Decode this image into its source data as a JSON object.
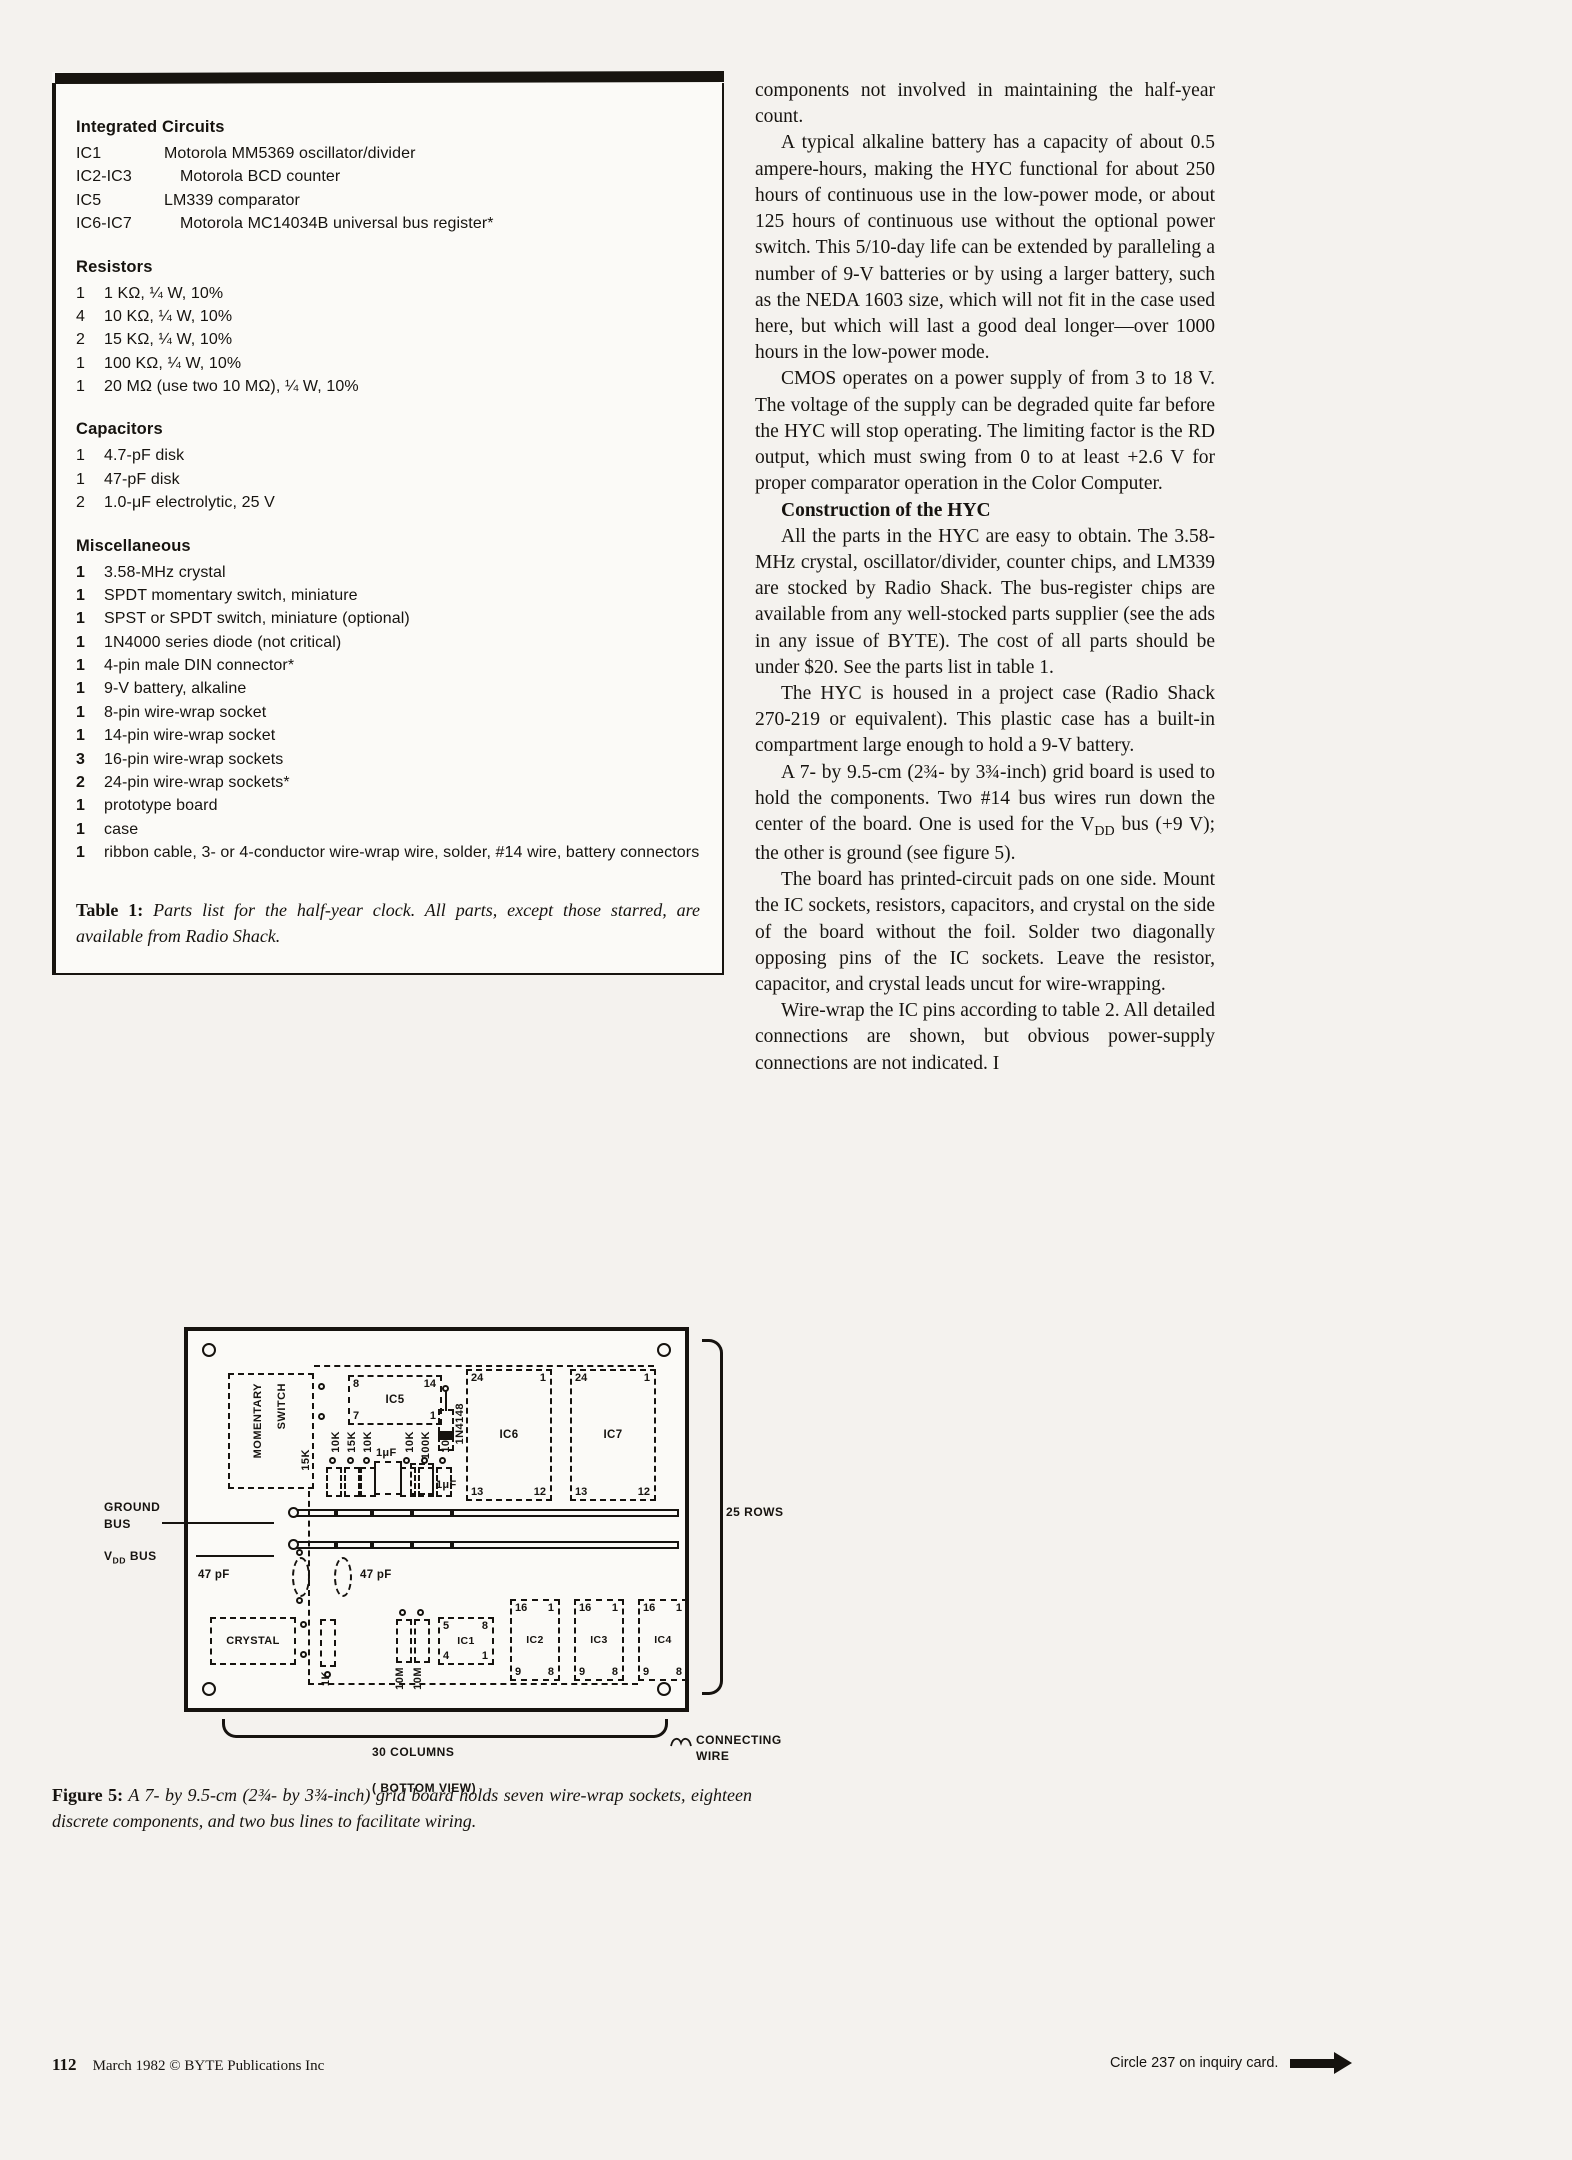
{
  "parts_table": {
    "sections": [
      {
        "heading": "Integrated Circuits",
        "kind": "ic",
        "rows": [
          {
            "ref": "IC1",
            "desc": "Motorola MM5369 oscillator/divider"
          },
          {
            "ref": "IC2-IC3",
            "desc": "Motorola BCD counter"
          },
          {
            "ref": "IC5",
            "desc": "LM339 comparator"
          },
          {
            "ref": "IC6-IC7",
            "desc": "Motorola MC14034B universal bus register*"
          }
        ]
      },
      {
        "heading": "Resistors",
        "kind": "qty",
        "rows": [
          {
            "qty": "1",
            "desc": "1 KΩ, ¼  W, 10%"
          },
          {
            "qty": "4",
            "desc": "10 KΩ, ¼  W, 10%"
          },
          {
            "qty": "2",
            "desc": "15 KΩ, ¼  W, 10%"
          },
          {
            "qty": "1",
            "desc": "100 KΩ, ¼  W, 10%"
          },
          {
            "qty": "1",
            "desc": "20 MΩ (use two 10 MΩ), ¼  W, 10%"
          }
        ]
      },
      {
        "heading": "Capacitors",
        "kind": "qty",
        "rows": [
          {
            "qty": "1",
            "desc": "4.7-pF disk"
          },
          {
            "qty": "1",
            "desc": "47-pF disk"
          },
          {
            "qty": "2",
            "desc": "1.0-μF electrolytic, 25  V"
          }
        ]
      },
      {
        "heading": "Miscellaneous",
        "kind": "qty-bold",
        "rows": [
          {
            "qty": "1",
            "desc": "3.58-MHz crystal"
          },
          {
            "qty": "1",
            "desc": "SPDT momentary switch, miniature"
          },
          {
            "qty": "1",
            "desc": "SPST or SPDT switch, miniature (optional)"
          },
          {
            "qty": "1",
            "desc": "1N4000 series diode (not critical)"
          },
          {
            "qty": "1",
            "desc": "4-pin male DIN connector*"
          },
          {
            "qty": "1",
            "desc": "9-V battery, alkaline"
          },
          {
            "qty": "1",
            "desc": "8-pin wire-wrap socket"
          },
          {
            "qty": "1",
            "desc": "14-pin wire-wrap socket"
          },
          {
            "qty": "3",
            "desc": "16-pin wire-wrap sockets"
          },
          {
            "qty": "2",
            "desc": "24-pin wire-wrap sockets*"
          },
          {
            "qty": "1",
            "desc": "prototype board"
          },
          {
            "qty": "1",
            "desc": "case"
          },
          {
            "qty": "1",
            "desc": "ribbon cable, 3- or 4-conductor wire-wrap wire, solder, #14 wire, battery connectors"
          }
        ]
      }
    ],
    "caption_label": "Table 1:",
    "caption_text": " Parts list for the half-year clock. All parts, except those starred, are available from Radio Shack."
  },
  "figure": {
    "ics": {
      "ic5": {
        "label": "IC5",
        "pin_tl": "8",
        "pin_tr": "14",
        "pin_bl": "7",
        "pin_br": "1"
      },
      "ic6": {
        "label": "IC6",
        "pin_tl": "24",
        "pin_tr": "1",
        "pin_bl": "13",
        "pin_br": "12"
      },
      "ic7": {
        "label": "IC7",
        "pin_tl": "24",
        "pin_tr": "1",
        "pin_bl": "13",
        "pin_br": "12"
      },
      "ic1": {
        "label": "IC1",
        "pin_tl": "5",
        "pin_tr": "8",
        "pin_bl": "4",
        "pin_br": "1"
      },
      "ic2": {
        "label": "IC2",
        "pin_tl": "16",
        "pin_tr": "1",
        "pin_bl": "9",
        "pin_br": "8"
      },
      "ic3": {
        "label": "IC3",
        "pin_tl": "16",
        "pin_tr": "1",
        "pin_bl": "9",
        "pin_br": "8"
      },
      "ic4": {
        "label": "IC4",
        "pin_tl": "16",
        "pin_tr": "1",
        "pin_bl": "9",
        "pin_br": "8"
      }
    },
    "momentary_switch_line1": "MOMENTARY",
    "momentary_switch_line2": "SWITCH",
    "crystal": "CRYSTAL",
    "diode": "1N4148",
    "resistors_group1": [
      "10K",
      "15K",
      "10K"
    ],
    "resistors_group2": [
      "10K",
      "100K",
      "10K"
    ],
    "resistor_15k": "15K",
    "resistor_1k": "1K",
    "resistors_10m": [
      "10M",
      "10M"
    ],
    "cap_1uf_a": "1μF",
    "cap_1uf_b": "1μF",
    "cap_47pf_a": "47 pF",
    "cap_47pf_b": "47 pF",
    "ground_bus_line1": "GROUND",
    "ground_bus_line2": "BUS",
    "vdd_bus": "VDD BUS",
    "vdd_bus_prefix": "V",
    "vdd_bus_sub": "DD",
    "vdd_bus_suffix": " BUS",
    "rows_label": "25 ROWS",
    "columns_label": "30 COLUMNS",
    "view_label": "( BOTTOM VIEW)",
    "connecting_wire_line1": "CONNECTING",
    "connecting_wire_line2": "WIRE",
    "caption_label": "Figure 5:",
    "caption_text": " A 7- by 9.5-cm (2¾- by 3¾-inch) grid board holds seven wire-wrap sockets, eighteen discrete components, and two bus lines to facilitate wiring."
  },
  "article": {
    "p1": "components not involved in maintaining the half-year count.",
    "p2": "A typical alkaline battery has a capacity of about 0.5 ampere-hours, making the HYC functional for about 250 hours of continuous use in the low-power mode, or about 125 hours of continuous use without the optional power switch. This 5/10-day life can be extended by paralleling a number of 9-V batteries or by using a larger battery, such as the NEDA 1603 size, which will not fit in the case used here, but which will last a good deal longer—over 1000 hours in the low-power mode.",
    "p3": "CMOS operates on a power supply of from 3 to 18 V. The voltage of the supply can be degraded quite far before the HYC will stop operating. The limiting factor is the RD output, which must swing from 0 to at least +2.6 V for proper  comparator operation in the Color Computer.",
    "heading": "Construction of the HYC",
    "p4": "All the parts in the HYC are easy to obtain. The 3.58-MHz crystal, oscillator/divider, counter chips, and LM339 are stocked by Radio Shack. The bus-register chips are available from any well-stocked parts supplier (see the ads in any issue of BYTE). The cost of all parts should be under $20. See the parts list in table 1.",
    "p5": "The HYC is housed in a project case (Radio Shack 270-219 or equivalent). This plastic case has a built-in compartment large enough to hold a 9-V battery.",
    "p6": "A 7- by 9.5-cm (2¾- by 3¾-inch) grid board is used to hold the components. Two #14 bus wires run down the center of the board. One is used for the V",
    "p6_sub": "DD",
    "p6_cont": " bus (+9 V); the other is ground (see figure 5).",
    "p7": "The board has printed-circuit pads on one side. Mount the IC sockets, resistors, capacitors, and crystal on the side of the board without the foil. Solder two diagonally opposing pins of the IC sockets. Leave the resistor, capacitor, and crystal leads uncut for wire-wrapping.",
    "p8": "Wire-wrap the IC pins according to table 2. All detailed connections are shown, but obvious power-supply connections are not indicated. I"
  },
  "footer": {
    "page_number": "112",
    "imprint": "March 1982 © BYTE Publications Inc",
    "inquiry": "Circle 237 on inquiry card."
  }
}
